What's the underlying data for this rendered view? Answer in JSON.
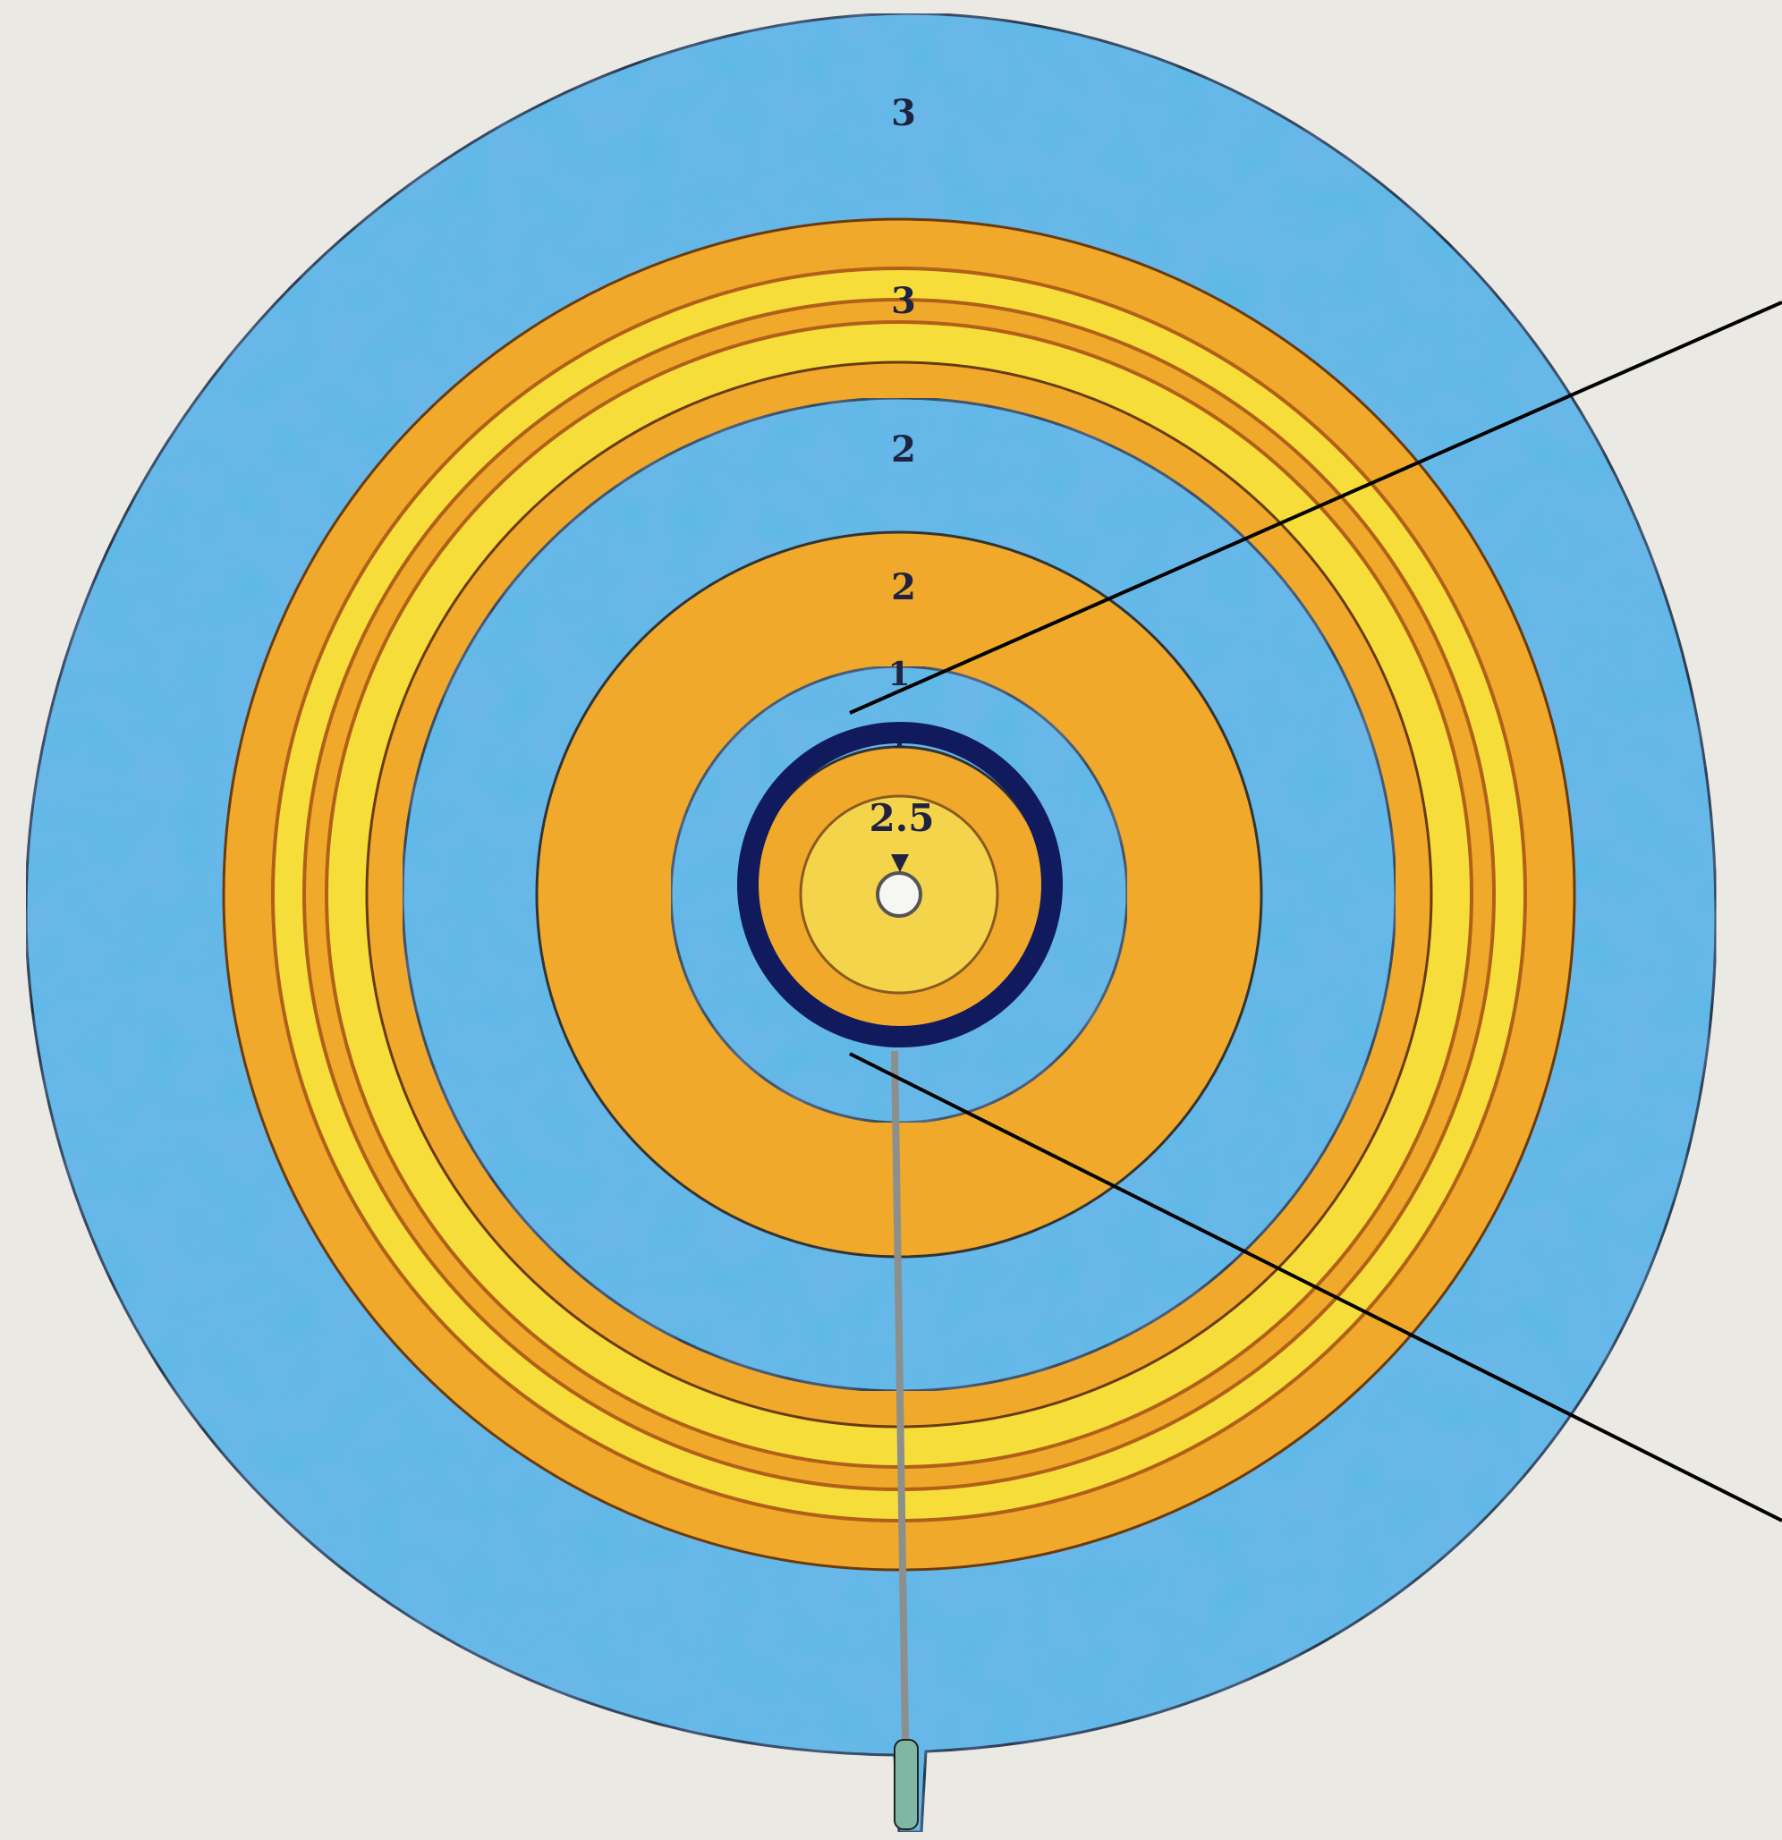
{
  "diagram": {
    "ring_labels": {
      "outer_blue": "3",
      "outer_gold": "3",
      "middle_blue": "2",
      "middle_gold": "2",
      "inner_blue": "1",
      "inner_gold": "1",
      "core": "2.5"
    },
    "colors": {
      "background": "#ebe9e4",
      "blue_ring": "#5cb9e6",
      "orange_ring": "#f0a92a",
      "yellow_band": "#f6dd3a",
      "core_yellow": "#f4d44a",
      "highlight_ring": "#111a5c",
      "callout_line": "#000000",
      "stem": "#8c8f8c"
    }
  }
}
